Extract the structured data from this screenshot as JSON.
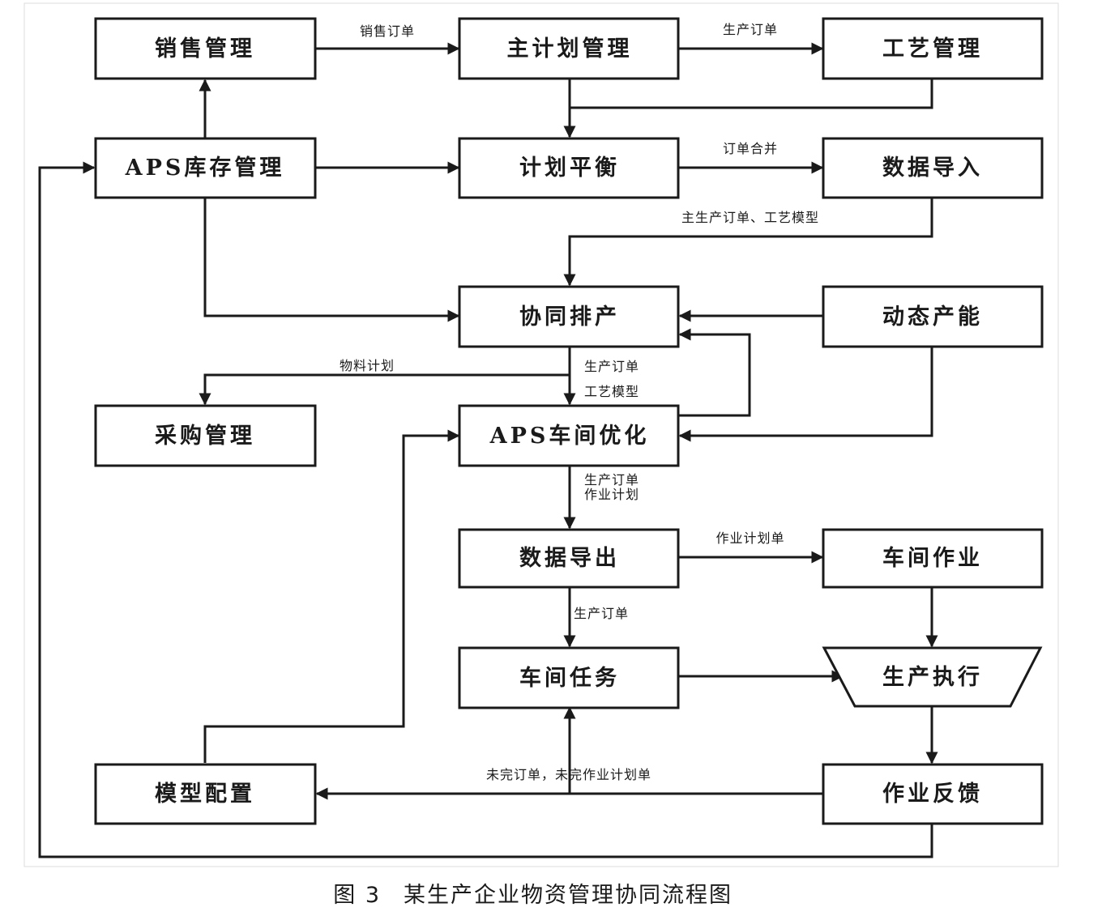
{
  "figure": {
    "caption_number": "图 3",
    "caption_title": "某生产企业物资管理协同流程图"
  },
  "nodes": {
    "sales": "销售管理",
    "master_plan": "主计划管理",
    "process_mgmt": "工艺管理",
    "aps_inventory": "APS库存管理",
    "plan_balance": "计划平衡",
    "data_import": "数据导入",
    "collab_schedule": "协同排产",
    "dynamic_capacity": "动态产能",
    "procurement": "采购管理",
    "aps_workshop_opt": "APS车间优化",
    "data_export": "数据导出",
    "workshop_ops": "车间作业",
    "workshop_tasks": "车间任务",
    "production_exec": "生产执行",
    "model_config": "模型配置",
    "job_feedback": "作业反馈"
  },
  "edges": {
    "sales_order": "销售订单",
    "production_order": "生产订单",
    "order_merge": "订单合并",
    "main_prod_order_process_model": "主生产订单、工艺模型",
    "material_plan": "物料计划",
    "prod_order_1": "生产订单",
    "process_model": "工艺模型",
    "prod_order_2": "生产订单",
    "job_plan": "作业计划",
    "job_plan_sheet": "作业计划单",
    "prod_order_3": "生产订单",
    "unfinished": "未完订单，未完作业计划单"
  }
}
